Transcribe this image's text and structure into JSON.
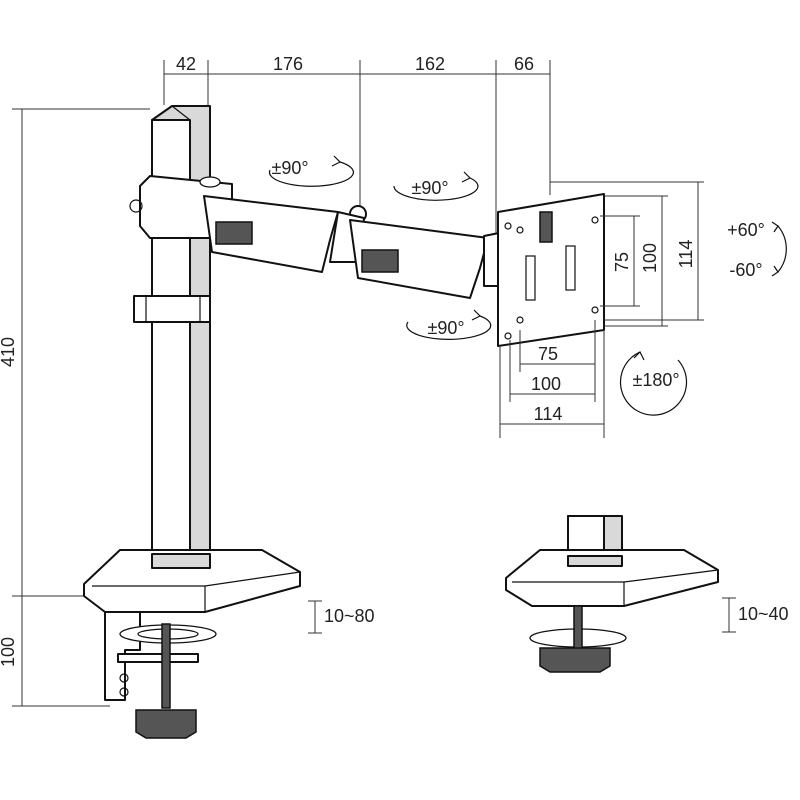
{
  "dimensions": {
    "top_segments": [
      "42",
      "176",
      "162",
      "66"
    ],
    "height_total": "410",
    "height_base": "100",
    "plate_v_75": "75",
    "plate_v_100": "100",
    "plate_v_114": "114",
    "plate_h_75": "75",
    "plate_h_100": "100",
    "plate_h_114": "114",
    "clamp_range_1": "10~80",
    "clamp_range_2": "10~40"
  },
  "rotations": {
    "arm_joint_1": "±90°",
    "arm_joint_2": "±90°",
    "arm_joint_3": "±90°",
    "tilt_up": "+60°",
    "tilt_down": "-60°",
    "rotate": "±180°"
  },
  "colors": {
    "line": "#111111",
    "shade": "#d9d9d9",
    "dark": "#555555"
  }
}
